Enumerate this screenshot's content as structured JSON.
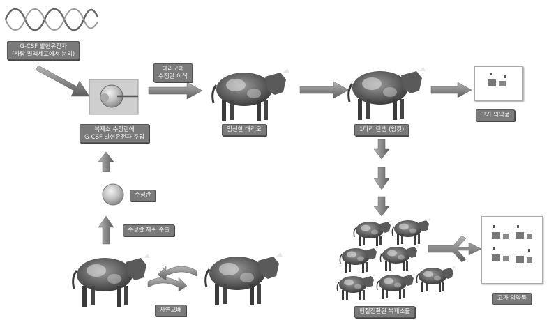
{
  "labels": {
    "gene_line1": "G-CSF 발현유전자",
    "gene_line2": "(사람 혈액세포에서 분리)",
    "injection_line1": "복제소 수정란에",
    "injection_line2": "G-CSF 발현유전자 주입",
    "transfer_line1": "대리모에",
    "transfer_line2": "수정란 이식",
    "surrogate": "임신한 대리모",
    "first_birth": "1마리 탄생 (암컷)",
    "product_small": "고가 의약품",
    "embryo": "수정란",
    "embryo_collect": "수정란 채취 수술",
    "natural_mating": "자연교배",
    "herd": "형질전환된 복제소들",
    "product_large": "고가 의약품"
  }
}
